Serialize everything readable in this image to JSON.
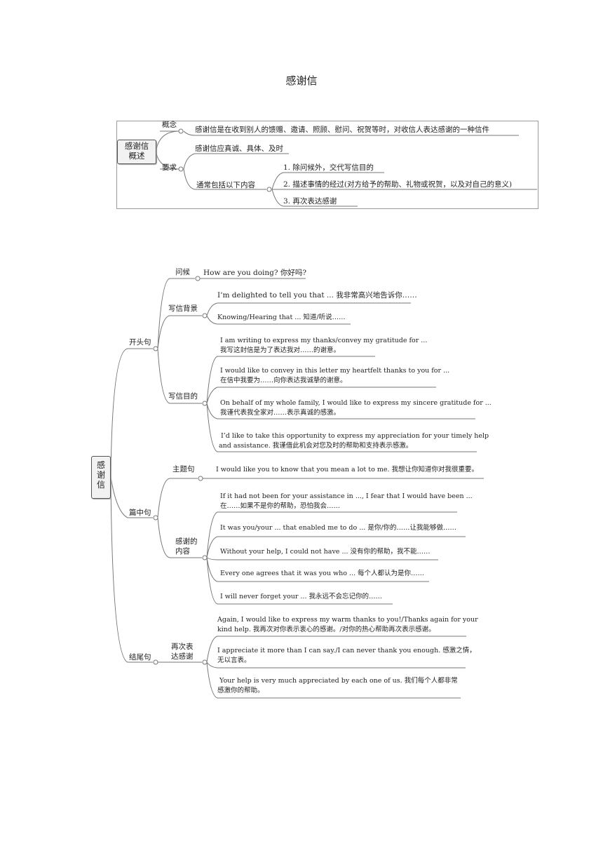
{
  "title": "感谢信",
  "overview": {
    "root": "感谢信\n概述",
    "concept": {
      "label": "概念",
      "text": "感谢信是在收到别人的馈赠、邀请、照顾、慰问、祝贺等时，对收信人表达感谢的一种信件"
    },
    "requirements": {
      "label": "要求",
      "line1": "感谢信应真诚、具体、及时",
      "contents_label": "通常包括以下内容",
      "items": [
        "1. 除问候外，交代写信目的",
        "2. 描述事情的经过(对方给予的帮助、礼物或祝贺，以及对自己的意义)",
        "3. 再次表达感谢"
      ]
    }
  },
  "mindmap": {
    "root": "感\n谢\n信",
    "opening": {
      "label": "开头句",
      "greeting": {
        "label": "问候",
        "text": "How are you doing? 你好吗?"
      },
      "background": {
        "label": "写信背景",
        "items": [
          "I’m delighted to tell you that ... 我非常高兴地告诉你……",
          "Knowing/Hearing that ... 知道/听说……"
        ]
      },
      "purpose": {
        "label": "写信目的",
        "items": [
          "I am writing to express my thanks/convey my gratitude for ...\n我写这封信是为了表达我对……的谢意。",
          "I would like to convey in this letter my heartfelt thanks to you for ...\n在信中我要为……向你表达我诚挚的谢意。",
          "On behalf of my whole family, I would like to express my sincere gratitude for ...\n我谨代表我全家对……表示真诚的感激。",
          " I’d like to take this opportunity to express my appreciation for your timely help\nand assistance. 我谨借此机会对您及时的帮助和支持表示感激。"
        ]
      }
    },
    "body": {
      "label": "篇中句",
      "topic": {
        "label": "主题句",
        "text": "I would like you to know that you mean a lot to me. 我想让你知道你对我很重要。"
      },
      "thanks": {
        "label": "感谢的\n内容",
        "items": [
          "If it had not been for your assistance in ..., I fear that I would have been ...\n在……如果不是你的帮助，恐怕我会……",
          "It was you/your ... that enabled me to do ... 是你/你的……让我能够做……",
          "Without your help, I could not have ... 没有你的帮助，我不能……",
          "Every one agrees that it was you who ... 每个人都认为是你……",
          "I will never forget your ... 我永远不会忘记你的……"
        ]
      }
    },
    "closing": {
      "label": "结尾句",
      "again": {
        "label": "再次表\n达感谢",
        "items": [
          "Again, I would like to express my warm thanks to you!/Thanks again for your\nkind help. 我再次对你表示衷心的感谢。/对你的热心帮助再次表示感谢。",
          "I appreciate it more than I can say./I can never thank you enough. 感激之情，\n无以言表。",
          " Your help is very much appreciated by each one of us. 我们每个人都非常\n感激你的帮助。"
        ]
      }
    }
  }
}
